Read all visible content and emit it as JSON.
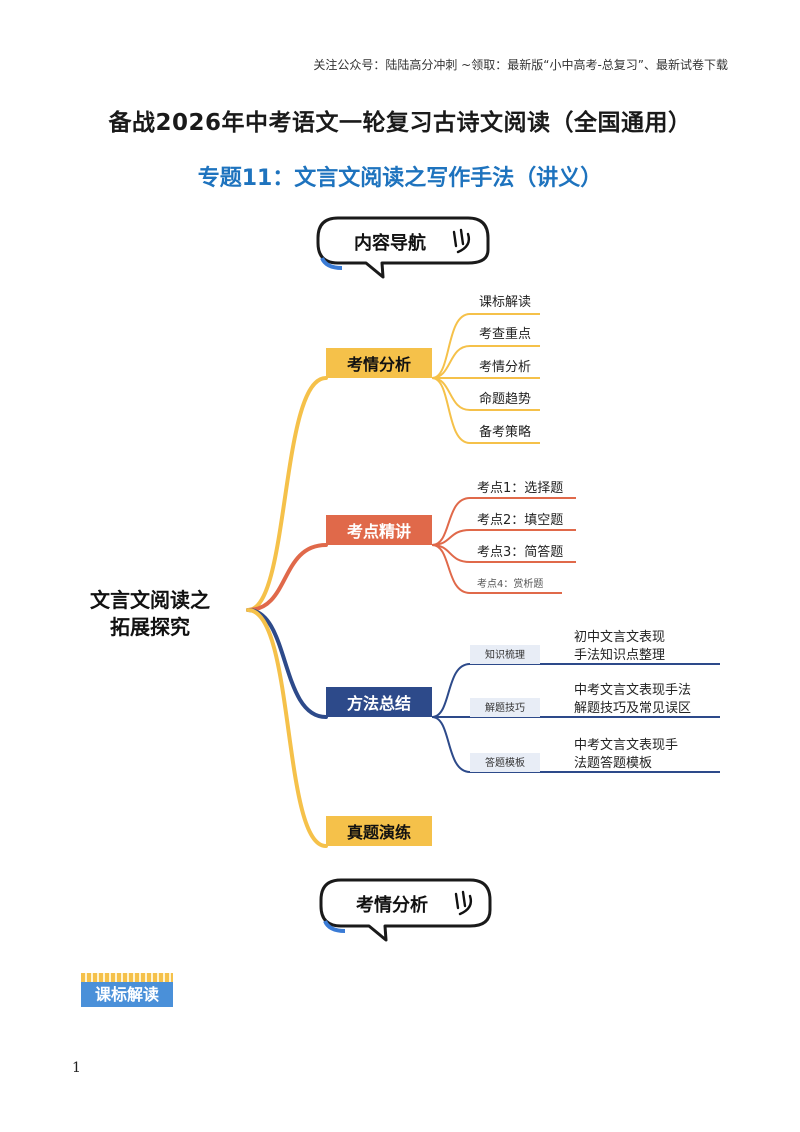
{
  "header_note": "关注公众号：陆陆高分冲刺  ~领取：最新版“小中高考-总复习”、最新试卷下载",
  "title": "备战2026年中考语文一轮复习古诗文阅读（全国通用）",
  "subtitle": "专题11：文言文阅读之写作手法（讲义）",
  "nav_bubble": {
    "label": "内容导航"
  },
  "mindmap": {
    "root": {
      "line1": "文言文阅读之",
      "line2": "拓展探究"
    },
    "branches": [
      {
        "label": "考情分析",
        "color": "#f5c14a",
        "leaves": [
          "课标解读",
          "考查重点",
          "考情分析",
          "命题趋势",
          "备考策略"
        ]
      },
      {
        "label": "考点精讲",
        "color": "#e0694a",
        "leaves": [
          "考点1：选择题",
          "考点2：填空题",
          "考点3：简答题",
          "考点4：赏析题"
        ]
      },
      {
        "label": "方法总结",
        "color": "#2d4a8a",
        "leaves": [
          {
            "tag": "知识梳理",
            "line1": "初中文言文表现",
            "line2": "手法知识点整理"
          },
          {
            "tag": "解题技巧",
            "line1": "中考文言文表现手法",
            "line2": "解题技巧及常见误区"
          },
          {
            "tag": "答题模板",
            "line1": "中考文言文表现手",
            "line2": "法题答题模板"
          }
        ]
      },
      {
        "label": "真题演练",
        "color": "#f5c14a",
        "leaves": []
      }
    ]
  },
  "section_bubble": {
    "label": "考情分析"
  },
  "badge": {
    "label": "课标解读"
  },
  "page_number": "1"
}
